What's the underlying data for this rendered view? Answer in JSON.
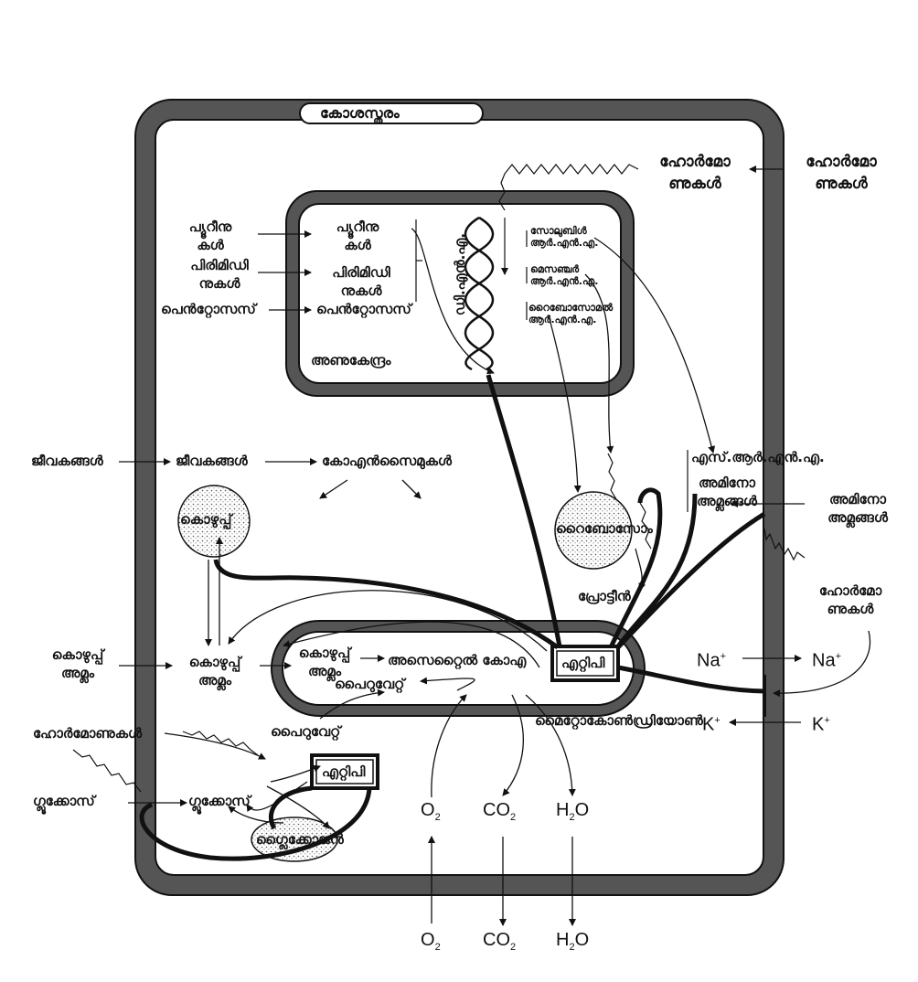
{
  "labels": {
    "cell_membrane": "കോശസ്തരം",
    "nucleus": "അണുകേന്ദ്രം",
    "dna": "ഡി.എൻ.എ.",
    "hormones_ext_top": "ഹോർമോ\nണുകൾ",
    "hormones_int_top": "ഹോർമോ\nണുകൾ",
    "purines_ext": "പ്യൂറീനു\nകൾ",
    "purines_nuc": "പ്യൂറീനു\nകൾ",
    "pyrimidines_ext": "പിരിമിഡി\nനുകൾ",
    "pyrimidines_nuc": "പിരിമിഡി\nനുകൾ",
    "pentoses_ext": "പെൻറ്റോസസ്",
    "pentoses_nuc": "പെൻറ്റോസസ്",
    "soluble_rna": "സോലുബിൾ\nആർ.എൻ.എ.",
    "messenger_rna": "മെസഞ്ചർ\nആർ.എൻ.എ.",
    "ribosomal_rna": "റൈബോസോമൽ\nആർ.എൻ.എ.",
    "vitamins_ext": "ജീവകങ്ങൾ",
    "vitamins_int": "ജീവകങ്ങൾ",
    "coenzymes": "കോഎൻസൈമുകൾ",
    "s_rna": "എസ്.ആർ.എൻ.എ.",
    "amino_acids_int": "അമിനോ\nഅമ്ലങ്ങൾ",
    "amino_acids_ext": "അമിനോ\nഅമ്ലങ്ങൾ",
    "fat_droplet": "കൊഴുപ്പ്",
    "ribosome": "റൈബോസോം",
    "protein": "പ്രോട്ടീൻ",
    "hormones_right": "ഹോർമോ\nണുകൾ",
    "fatty_acid_ext": "കൊഴുപ്പ്\nഅമ്ലം",
    "fatty_acid_int": "കൊഴുപ്പ്\nഅമ്ലം",
    "fatty_acid_mito": "കൊഴുപ്പ്\nഅമ്ലം",
    "acetyl_coa": "അസെറ്റൈൽ കോഎ",
    "pyruvate_mito": "പൈറുവേറ്റ്",
    "atp_mito": "എറ്റിപി",
    "mitochondrion": "മൈറ്റോകോൺഡ്രിയോൺ",
    "hormones_left": "ഹോർമോണുകൾ",
    "pyruvate_cyto": "പൈറുവേറ്റ്",
    "atp_cyto": "എറ്റിപി",
    "glucose_ext": "ഗ്ലൂക്കോസ്",
    "glucose_int": "ഗ്ലൂക്കോസ്",
    "glycogen": "ഗ്ലൈക്കോജൻ",
    "na_in": "Na",
    "na_out": "Na",
    "k_in": "K",
    "k_out": "K",
    "o2_in": "O",
    "o2_out": "O",
    "co2_in": "CO",
    "co2_out": "CO",
    "h2o_in": "H",
    "h2o_out": "H"
  },
  "chem": {
    "plus": "+",
    "sub2": "2",
    "h2o_tail": "O"
  }
}
